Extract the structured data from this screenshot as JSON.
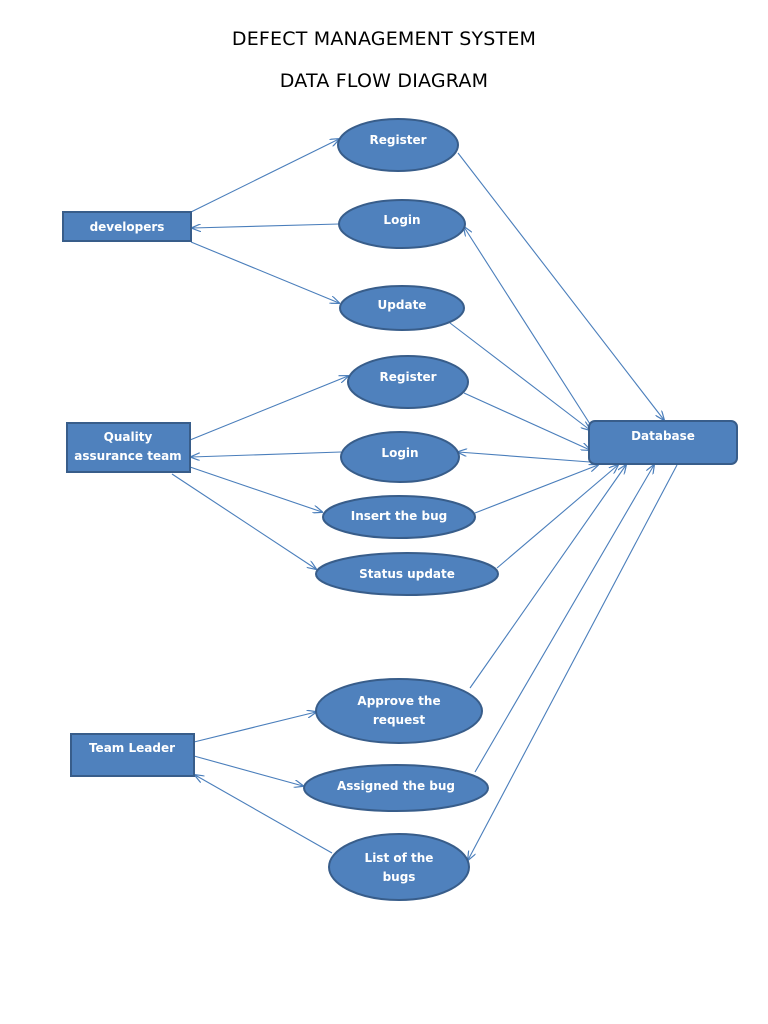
{
  "title": {
    "line1": "DEFECT MANAGEMENT SYSTEM",
    "line2": "DATA FLOW DIAGRAM"
  },
  "colors": {
    "node_fill": "#4f81bd",
    "node_stroke": "#385d8a",
    "arrow": "#4a7ebb",
    "text": "#ffffff"
  },
  "entities": {
    "developers": "developers",
    "qa_line1": "Quality",
    "qa_line2": "assurance team",
    "team_leader": "Team Leader",
    "database": "Database"
  },
  "processes": {
    "dev_register": "Register",
    "dev_login": "Login",
    "dev_update": "Update",
    "qa_register": "Register",
    "qa_login": "Login",
    "qa_insert_bug": "Insert the bug",
    "qa_status_update": "Status update",
    "tl_approve_line1": "Approve the",
    "tl_approve_line2": "request",
    "tl_assigned_bug": "Assigned the bug",
    "tl_list_line1": "List of the",
    "tl_list_line2": "bugs"
  }
}
